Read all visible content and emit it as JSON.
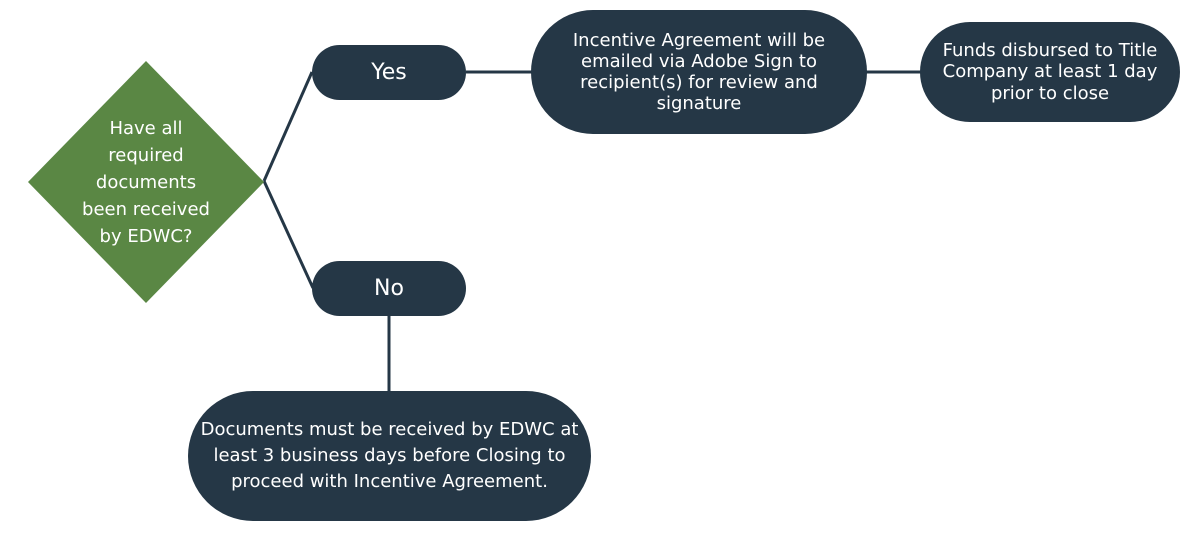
{
  "decision": {
    "text": "Have all required documents been received by EDWC?"
  },
  "yes_label": "Yes",
  "no_label": "No",
  "agreement_step": {
    "text": "Incentive Agreement will be emailed via Adobe Sign to recipient(s) for review and signature"
  },
  "funds_step": {
    "text": "Funds disbursed to Title Company at least 1 day prior to close"
  },
  "documents_required": {
    "text": "Documents must be received by EDWC at least 3 business days before Closing to proceed with Incentive Agreement."
  },
  "colors": {
    "node_fill": "#253746",
    "decision_fill": "#5a8744",
    "connector": "#253746",
    "text": "#ffffff"
  }
}
